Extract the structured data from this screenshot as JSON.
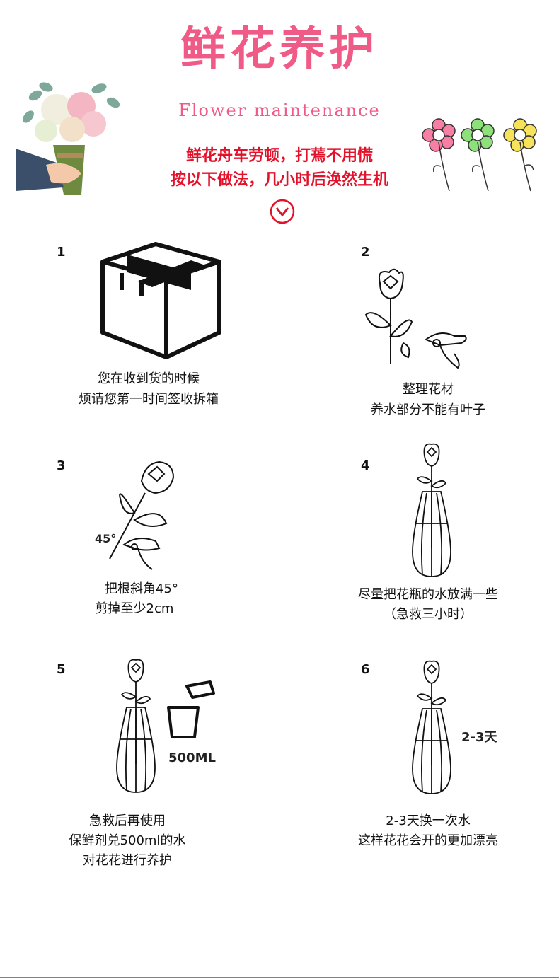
{
  "header": {
    "title": "鲜花养护",
    "subtitle": "Flower maintenance",
    "slogan_line1": "鲜花舟车劳顿，打蔫不用慌",
    "slogan_line2": "按以下做法，几小时后涣然生机"
  },
  "steps": [
    {
      "num": "1",
      "line1": "您在收到货的时候",
      "line2": "烦请您第一时间签收拆箱"
    },
    {
      "num": "2",
      "line1": "整理花材",
      "line2": "养水部分不能有叶子"
    },
    {
      "num": "3",
      "line1": "把根斜角45°",
      "line2": "剪掉至少2cm",
      "angle_label": "45°"
    },
    {
      "num": "4",
      "line1": "尽量把花瓶的水放满一些",
      "line2": "（急救三小时）"
    },
    {
      "num": "5",
      "line1": "急救后再使用",
      "line2": "保鲜剂兑500ml的水",
      "line3": "对花花进行养护",
      "volume_label": "500ML"
    },
    {
      "num": "6",
      "line1": "2-3天换一次水",
      "line2": "这样花花会开的更加漂亮",
      "days_label": "2-3天"
    }
  ],
  "colors": {
    "title": "#f05a86",
    "slogan": "#e3122a",
    "flower_pink": "#f77fa3",
    "flower_green": "#8de07a",
    "flower_yellow": "#f6e35a"
  }
}
